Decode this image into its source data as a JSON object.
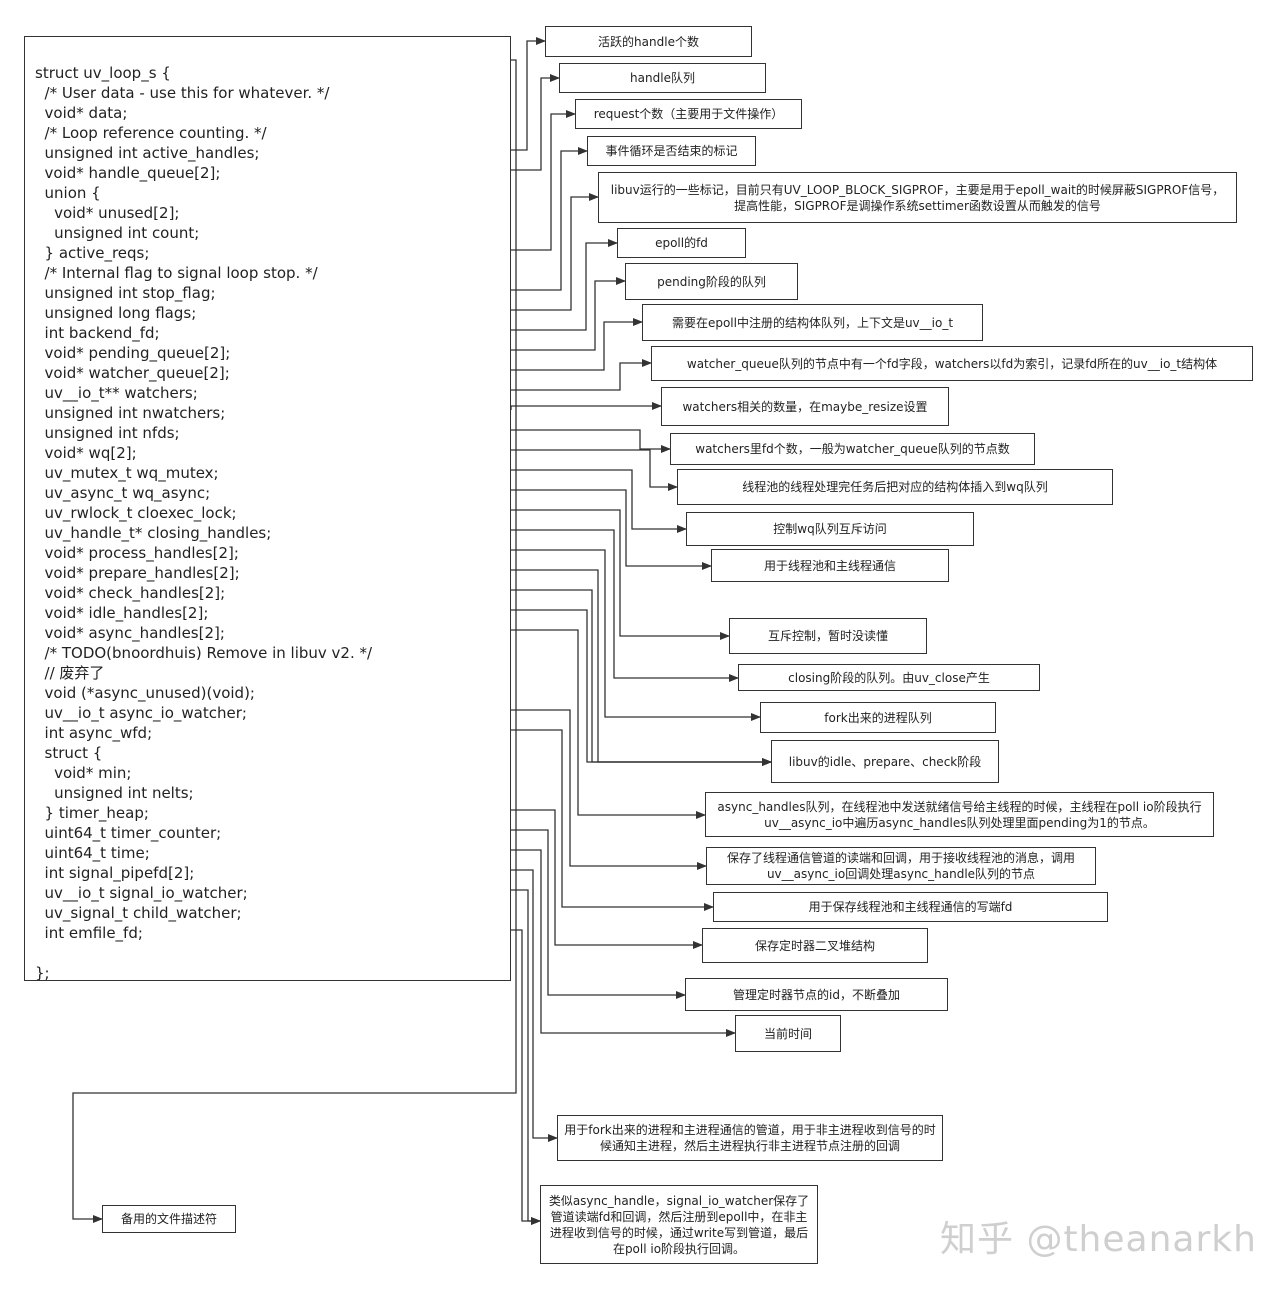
{
  "code_lines": [
    "struct uv_loop_s {",
    "  /* User data - use this for whatever. */",
    "  void* data;",
    "  /* Loop reference counting. */",
    "  unsigned int active_handles;",
    "  void* handle_queue[2];",
    "  union {",
    "    void* unused[2];",
    "    unsigned int count;",
    "  } active_reqs;",
    "  /* Internal flag to signal loop stop. */",
    "  unsigned int stop_flag;",
    "  unsigned long flags;",
    "  int backend_fd;",
    "  void* pending_queue[2];",
    "  void* watcher_queue[2];",
    "  uv__io_t** watchers;",
    "  unsigned int nwatchers;",
    "  unsigned int nfds;",
    "  void* wq[2];",
    "  uv_mutex_t wq_mutex;",
    "  uv_async_t wq_async;",
    "  uv_rwlock_t cloexec_lock;",
    "  uv_handle_t* closing_handles;",
    "  void* process_handles[2];",
    "  void* prepare_handles[2];",
    "  void* check_handles[2];",
    "  void* idle_handles[2];",
    "  void* async_handles[2];",
    "  /* TODO(bnoordhuis) Remove in libuv v2. */",
    "  // 废弃了",
    "  void (*async_unused)(void);",
    "  uv__io_t async_io_watcher;",
    "  int async_wfd;",
    "  struct {",
    "    void* min;",
    "    unsigned int nelts;",
    "  } timer_heap;",
    "  uint64_t timer_counter;",
    "  uint64_t time;",
    "  int signal_pipefd[2];",
    "  uv__io_t signal_io_watcher;",
    "  uv_signal_t child_watcher;",
    "  int emfile_fd;",
    "",
    "};"
  ],
  "notes": [
    "活跃的handle个数",
    "handle队列",
    "request个数（主要用于文件操作）",
    "事件循环是否结束的标记",
    "libuv运行的一些标记，目前只有UV_LOOP_BLOCK_SIGPROF，主要是用于epoll_wait的时候屏蔽SIGPROF信号，提高性能，SIGPROF是调操作系统settimer函数设置从而触发的信号",
    "epoll的fd",
    "pending阶段的队列",
    "需要在epoll中注册的结构体队列，上下文是uv__io_t",
    "watcher_queue队列的节点中有一个fd字段，watchers以fd为索引，记录fd所在的uv__io_t结构体",
    "watchers相关的数量，在maybe_resize设置",
    "watchers里fd个数，一般为watcher_queue队列的节点数",
    "线程池的线程处理完任务后把对应的结构体插入到wq队列",
    "控制wq队列互斥访问",
    "用于线程池和主线程通信",
    "互斥控制，暂时没读懂",
    "closing阶段的队列。由uv_close产生",
    "fork出来的进程队列",
    "libuv的idle、prepare、check阶段",
    "async_handles队列，在线程池中发送就绪信号给主线程的时候，主线程在poll io阶段执行uv__async_io中遍历async_handles队列处理里面pending为1的节点。",
    "保存了线程通信管道的读端和回调，用于接收线程池的消息，调用uv__async_io回调处理async_handle队列的节点",
    "用于保存线程池和主线程通信的写端fd",
    "保存定时器二叉堆结构",
    "管理定时器节点的id，不断叠加",
    "当前时间",
    "用于fork出来的进程和主进程通信的管道，用于非主进程收到信号的时候通知主进程，然后主进程执行非主进程节点注册的回调",
    "类似async_handle，signal_io_watcher保存了管道读端fd和回调，然后注册到epoll中，在非主进程收到信号的时候，通过write写到管道，最后在poll io阶段执行回调。",
    "备用的文件描述符"
  ],
  "watermark": "知乎 @theanarkh",
  "colors": {
    "stroke": "#333333",
    "text": "#222222",
    "watermark": "#cfcfcf"
  }
}
